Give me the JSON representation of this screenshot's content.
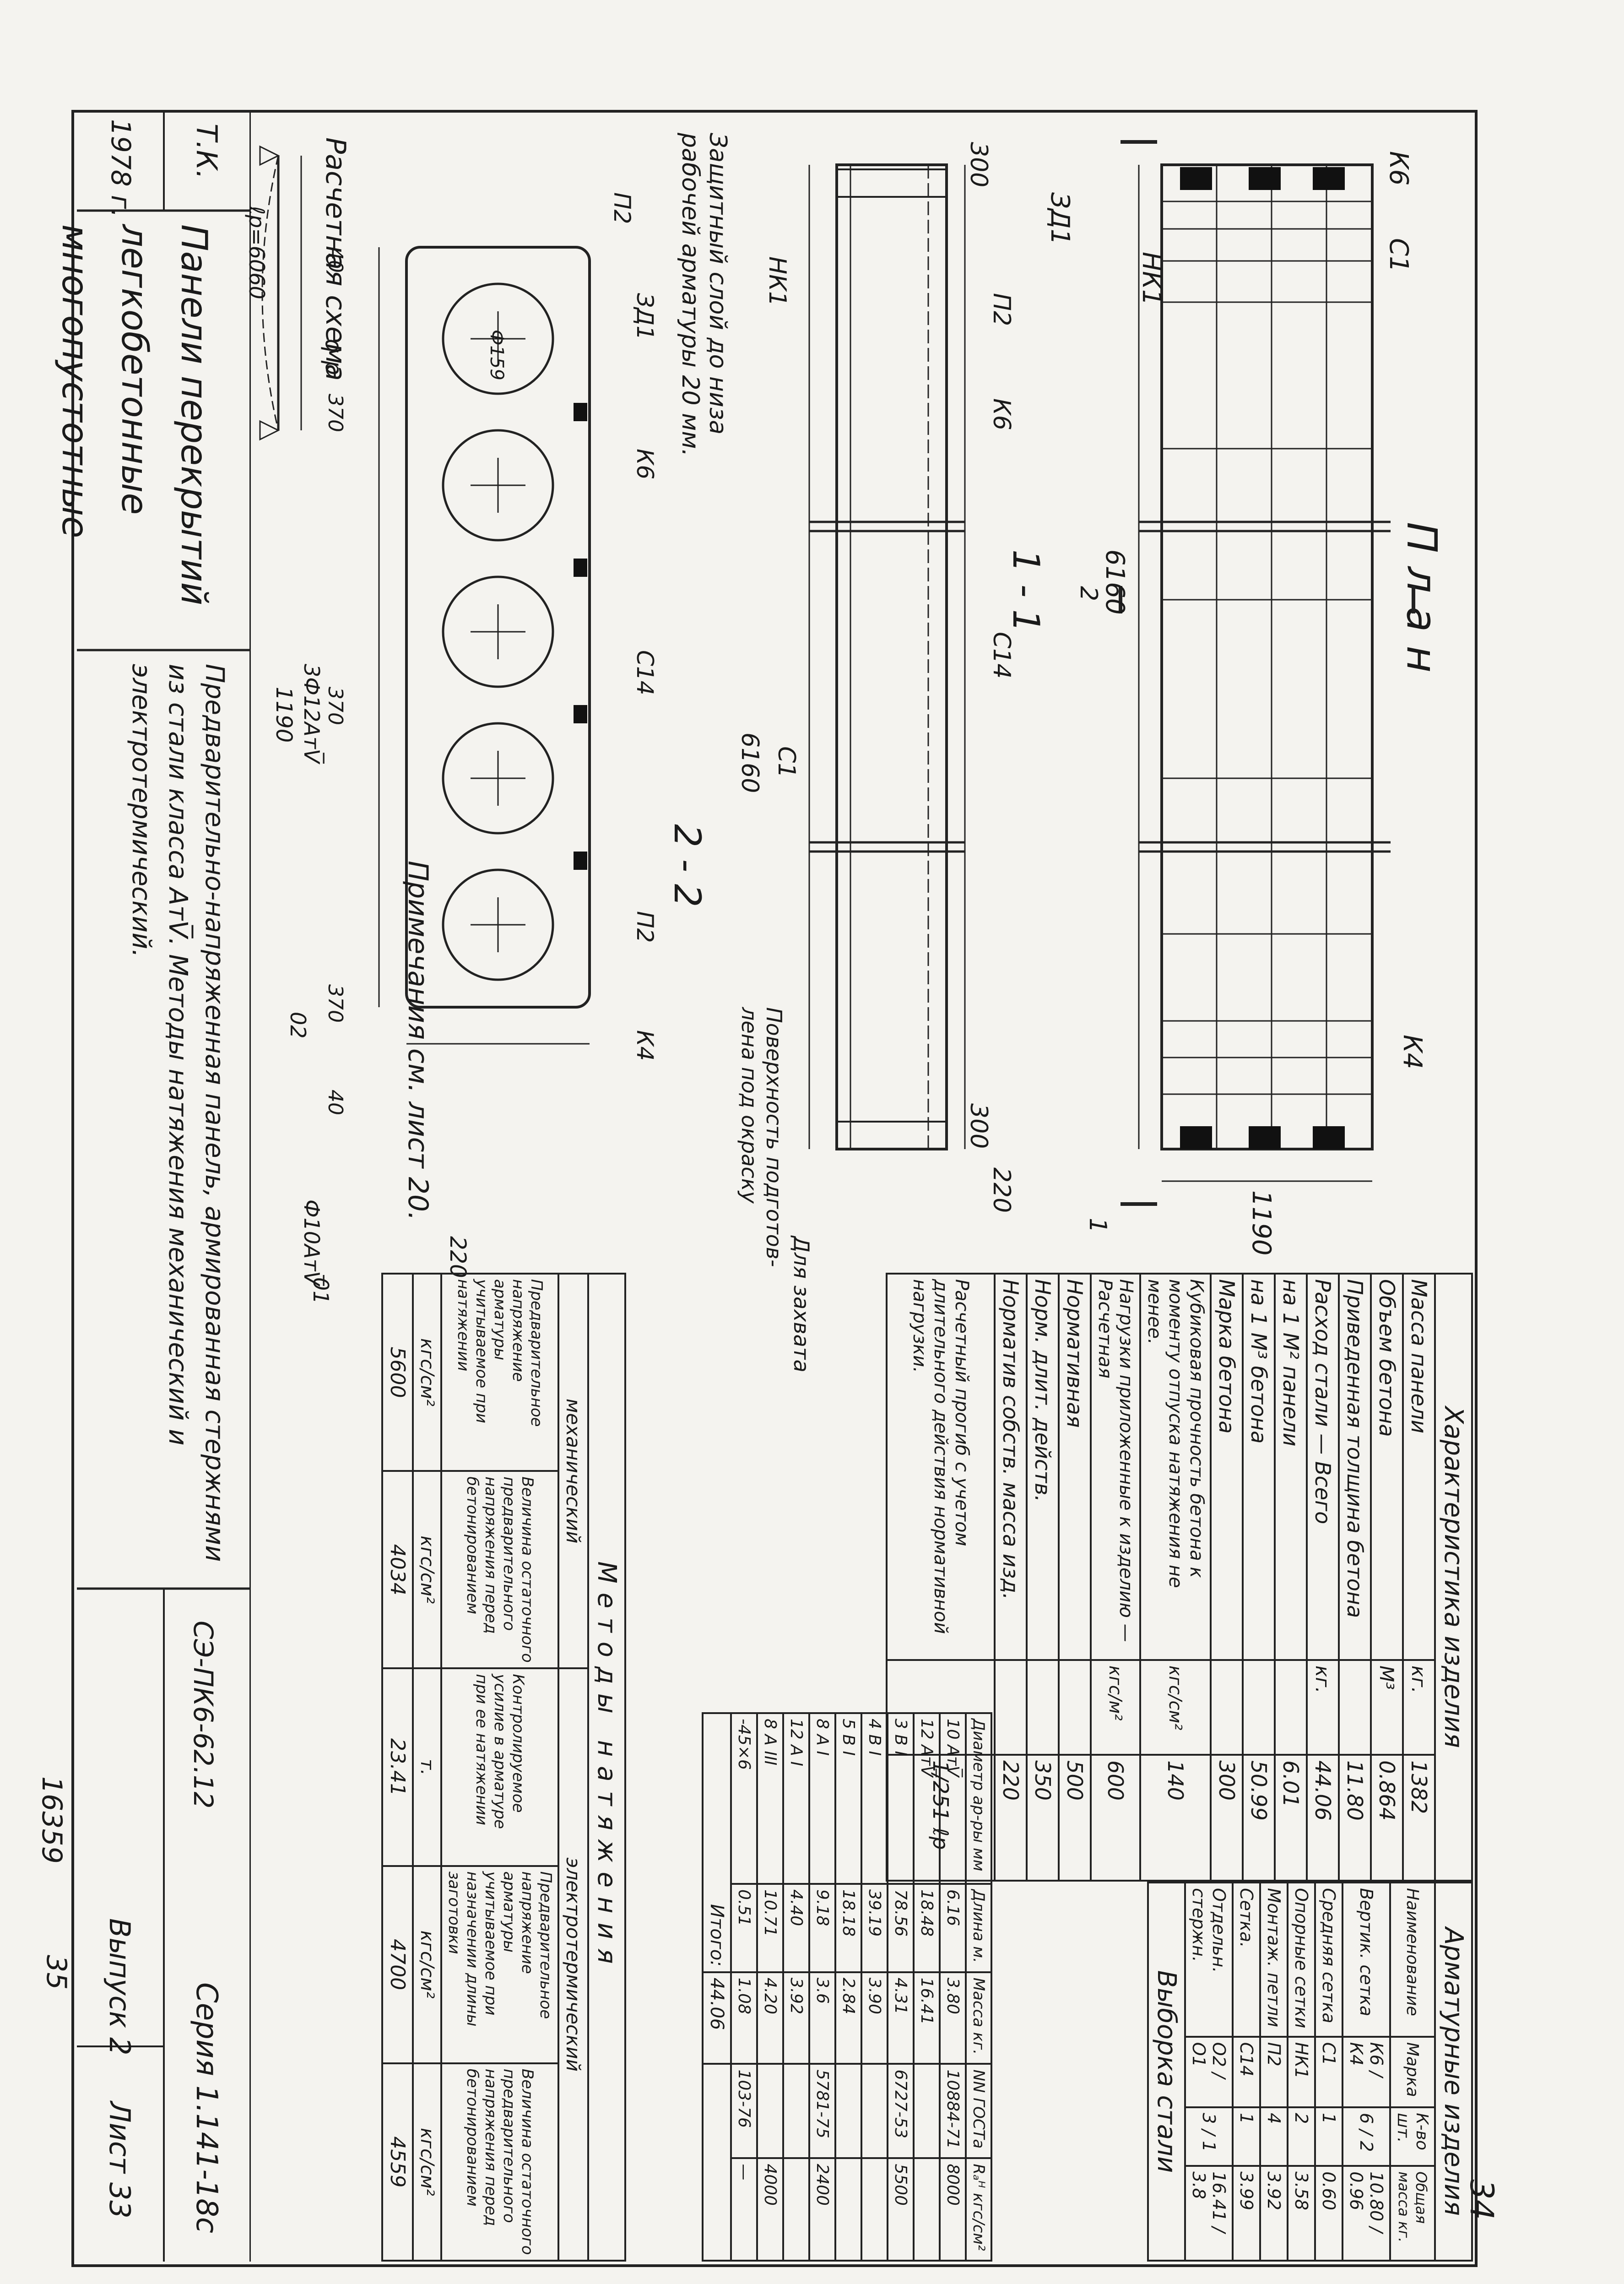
{
  "sheet_number": "34",
  "bottom_marks": {
    "page": "35",
    "code": "16359"
  },
  "plan": {
    "title": "План",
    "labels": {
      "k6": "К6",
      "k4": "К4",
      "c1": "С1",
      "nk1": "НК1",
      "zd1": "ЗД1",
      "dim_length": "6160",
      "dim_width": "1190",
      "cut_2": "2",
      "cut_1": "1"
    }
  },
  "section_1": {
    "title": "1 - 1",
    "labels": {
      "p2": "П2",
      "k6": "К6",
      "c14": "С14",
      "c1": "С1",
      "nk1": "НК1",
      "zd1": "ЗД1",
      "dim_300a": "300",
      "dim_300b": "300",
      "dim_6160": "6160",
      "dim_220": "220",
      "surface_note": "Поверхность подготов-\nлена под окраску",
      "grip_note": "Для захвата"
    }
  },
  "protective_note": "Защитный слой до низа\nрабочей арматуры 20 мм.",
  "section_2": {
    "title": "2 - 2",
    "labels": {
      "p2a": "П2",
      "zd1": "ЗД1",
      "k6": "К6",
      "c14": "С14",
      "p2b": "П2",
      "k4": "К4",
      "bar_lower": "3Ф12АтV̅",
      "bar_upper": "Ф10АтV̅",
      "circle_01": "01",
      "circle_02": "02",
      "void_d": "Ф159",
      "dim_40a": "40",
      "dim_370a": "370",
      "dim_370b": "370",
      "dim_370c": "370",
      "dim_40b": "40",
      "dim_1190": "1190",
      "dim_220": "220"
    }
  },
  "notes": "Примечания см. лист 20.",
  "calc_scheme": {
    "title": "Расчетная схема",
    "q": "q р",
    "span": "ℓр=6060"
  },
  "char_table": {
    "title": "Характеристика изделия",
    "rows": [
      {
        "label": "Масса панели",
        "unit": "кг.",
        "value": "1382"
      },
      {
        "label": "Объем бетона",
        "unit": "М³",
        "value": "0.864"
      },
      {
        "label": "Приведенная толщина бетона",
        "unit": "",
        "value": "11.80"
      },
      {
        "label": "Расход стали — Всего",
        "unit": "кг.",
        "value": "44.06"
      },
      {
        "label": "на 1 М² панели",
        "unit": "",
        "value": "6.01"
      },
      {
        "label": "на 1 М³ бетона",
        "unit": "",
        "value": "50.99"
      },
      {
        "label": "Марка бетона",
        "unit": "",
        "value": "300"
      },
      {
        "label": "Кубиковая прочность бетона к моменту отпуска натяжения не менее.",
        "unit": "кгс/см²",
        "value": "140"
      },
      {
        "label": "Нагрузки приложенные к изделию — Расчетная",
        "unit": "кгс/м²",
        "value": "600"
      },
      {
        "label": "Нормативная",
        "unit": "",
        "value": "500"
      },
      {
        "label": "Норм. длит. действ.",
        "unit": "",
        "value": "350"
      },
      {
        "label": "Норматив собств. масса изд.",
        "unit": "",
        "value": "220"
      },
      {
        "label": "Расчетный прогиб с учетом длительного действия нормативной нагрузки.",
        "unit": "",
        "value": "1/251 ℓр"
      }
    ]
  },
  "arm_table": {
    "title": "Арматурные изделия",
    "headers": [
      "Наименование",
      "Марка",
      "К-во шт.",
      "Общая масса кг."
    ],
    "rows": [
      [
        "Вертик. сетка",
        "К6 / К4",
        "6 / 2",
        "10.80 / 0.96"
      ],
      [
        "Средняя сетка",
        "С1",
        "1",
        "0.60"
      ],
      [
        "Опорные сетки",
        "НК1",
        "2",
        "3.58"
      ],
      [
        "Монтаж. петли",
        "П2",
        "4",
        "3.92"
      ],
      [
        "Сетка.",
        "С14",
        "1",
        "3.99"
      ],
      [
        "Отдельн. стержн.",
        "О2 / О1",
        "3 / 1",
        "16.41 / 3.8"
      ]
    ]
  },
  "steel_table": {
    "title": "Выборка стали",
    "headers": [
      "Диаметр ар-ры мм",
      "Длина м.",
      "Масса кг.",
      "NN ГОСТа",
      "Rₐᴴ кгс/см²"
    ],
    "rows": [
      [
        "10 АтV̅",
        "6.16",
        "3.80",
        "10884-71",
        "8000"
      ],
      [
        "12 АтV̅",
        "18.48",
        "16.41",
        "",
        ""
      ],
      [
        "3 В І",
        "78.56",
        "4.31",
        "6727-53",
        "5500"
      ],
      [
        "4 В І",
        "39.19",
        "3.90",
        "",
        ""
      ],
      [
        "5 В І",
        "18.18",
        "2.84",
        "",
        ""
      ],
      [
        "8 А І",
        "9.18",
        "3.6",
        "5781-75",
        "2400"
      ],
      [
        "12 А І",
        "4.40",
        "3.92",
        "",
        ""
      ],
      [
        "8 А ІІІ",
        "10.71",
        "4.20",
        "",
        "4000"
      ],
      [
        "-45×6",
        "0.51",
        "1.08",
        "103-76",
        "—"
      ]
    ],
    "total_label": "Итого:",
    "total_value": "44.06"
  },
  "methods": {
    "title": "Методы натяжения",
    "mechanical": "механический",
    "electro": "электротермический",
    "col_texts": [
      "Предварительное напряжение арматуры учитываемое при натяжении",
      "Величина остаточного предварительного напряжения перед бетонированием",
      "Контролируемое усилие в арматуре при ее натяжении",
      "Предварительное напряжение арматуры учитываемое при назначении длины заготовки",
      "Величина остаточного предварительного напряжения перед бетонированием"
    ],
    "units": [
      "кгс/см²",
      "кгс/см²",
      "т.",
      "кгс/см²",
      "кгс/см²"
    ],
    "values": [
      "5600",
      "4034",
      "23.41",
      "4700",
      "4559"
    ]
  },
  "title_block": {
    "org": "Т.К.",
    "year": "1978 г.",
    "name": "Панели перекрытий легкобетонные многопустотные",
    "description": "Предварительно-напряженная панель, армированная стержнями из стали класса АтV̅. Методы натяжения механический и электротермический.",
    "code": "СЭ-ПК6-62.12",
    "series": "Серия 1.141-18с",
    "issue": "Выпуск 2",
    "sheet": "Лист 33"
  }
}
